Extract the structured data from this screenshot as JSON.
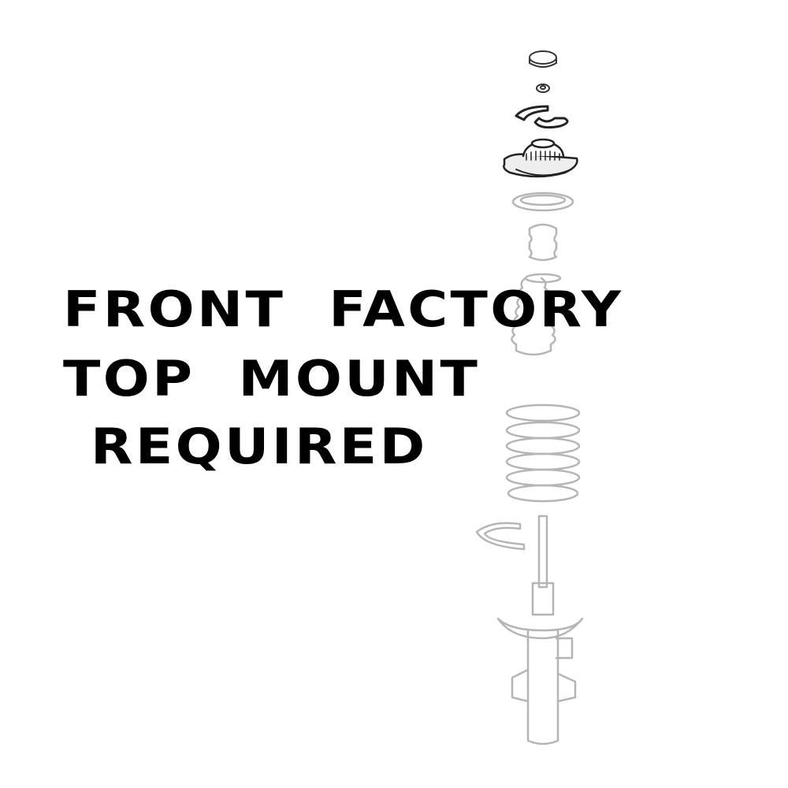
{
  "caption": {
    "line1": "FRONT  FACTORY",
    "line2": "TOP  MOUNT",
    "line3": "REQUIRED"
  },
  "colors": {
    "text": "#000000",
    "faded_parts": "#b5b5b5",
    "dark_parts": "#222222"
  }
}
